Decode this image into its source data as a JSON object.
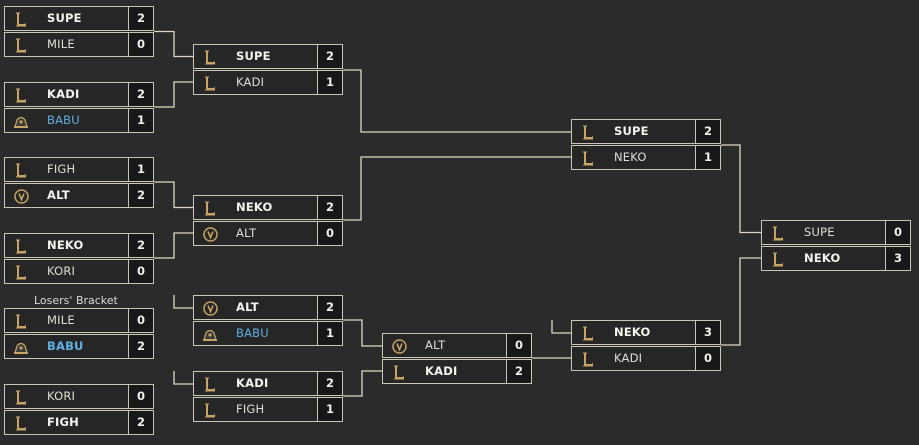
{
  "labels": {
    "losers_bracket": "Losers' Bracket"
  },
  "colors": {
    "line": "#ddd8c6",
    "logo_gold": "#c8a464",
    "babu_blue": "#5fb0e6",
    "background": "#2b2b2b"
  },
  "matches": [
    {
      "id": "m1",
      "teams": [
        {
          "name": "SUPE",
          "score": "2",
          "logo": "l-logo-icon",
          "winner": true
        },
        {
          "name": "MILE",
          "score": "0",
          "logo": "l-logo-icon"
        }
      ]
    },
    {
      "id": "m2",
      "teams": [
        {
          "name": "KADI",
          "score": "2",
          "logo": "l-logo-icon",
          "winner": true
        },
        {
          "name": "BABU",
          "score": "1",
          "logo": "babu-logo-icon",
          "blue": true
        }
      ]
    },
    {
      "id": "m3",
      "teams": [
        {
          "name": "FIGH",
          "score": "1",
          "logo": "l-logo-icon"
        },
        {
          "name": "ALT",
          "score": "2",
          "logo": "alt-logo-icon",
          "winner": true
        }
      ]
    },
    {
      "id": "m4",
      "teams": [
        {
          "name": "NEKO",
          "score": "2",
          "logo": "l-logo-icon",
          "winner": true
        },
        {
          "name": "KORI",
          "score": "0",
          "logo": "l-logo-icon"
        }
      ]
    },
    {
      "id": "m5",
      "teams": [
        {
          "name": "MILE",
          "score": "0",
          "logo": "l-logo-icon"
        },
        {
          "name": "BABU",
          "score": "2",
          "logo": "babu-logo-icon",
          "winner": true,
          "blue": true
        }
      ]
    },
    {
      "id": "m6",
      "teams": [
        {
          "name": "KORI",
          "score": "0",
          "logo": "l-logo-icon"
        },
        {
          "name": "FIGH",
          "score": "2",
          "logo": "l-logo-icon",
          "winner": true
        }
      ]
    },
    {
      "id": "m7",
      "teams": [
        {
          "name": "SUPE",
          "score": "2",
          "logo": "l-logo-icon",
          "winner": true
        },
        {
          "name": "KADI",
          "score": "1",
          "logo": "l-logo-icon"
        }
      ]
    },
    {
      "id": "m8",
      "teams": [
        {
          "name": "NEKO",
          "score": "2",
          "logo": "l-logo-icon",
          "winner": true
        },
        {
          "name": "ALT",
          "score": "0",
          "logo": "alt-logo-icon"
        }
      ]
    },
    {
      "id": "m9",
      "teams": [
        {
          "name": "ALT",
          "score": "2",
          "logo": "alt-logo-icon",
          "winner": true
        },
        {
          "name": "BABU",
          "score": "1",
          "logo": "babu-logo-icon",
          "blue": true
        }
      ]
    },
    {
      "id": "m10",
      "teams": [
        {
          "name": "KADI",
          "score": "2",
          "logo": "l-logo-icon",
          "winner": true
        },
        {
          "name": "FIGH",
          "score": "1",
          "logo": "l-logo-icon"
        }
      ]
    },
    {
      "id": "m11",
      "teams": [
        {
          "name": "ALT",
          "score": "0",
          "logo": "alt-logo-icon"
        },
        {
          "name": "KADI",
          "score": "2",
          "logo": "l-logo-icon",
          "winner": true
        }
      ]
    },
    {
      "id": "m12",
      "teams": [
        {
          "name": "SUPE",
          "score": "2",
          "logo": "l-logo-icon",
          "winner": true
        },
        {
          "name": "NEKO",
          "score": "1",
          "logo": "l-logo-icon"
        }
      ]
    },
    {
      "id": "m13",
      "teams": [
        {
          "name": "NEKO",
          "score": "3",
          "logo": "l-logo-icon",
          "winner": true
        },
        {
          "name": "KADI",
          "score": "0",
          "logo": "l-logo-icon"
        }
      ]
    },
    {
      "id": "m14",
      "teams": [
        {
          "name": "SUPE",
          "score": "0",
          "logo": "l-logo-icon"
        },
        {
          "name": "NEKO",
          "score": "3",
          "logo": "l-logo-icon",
          "winner": true
        }
      ]
    }
  ]
}
